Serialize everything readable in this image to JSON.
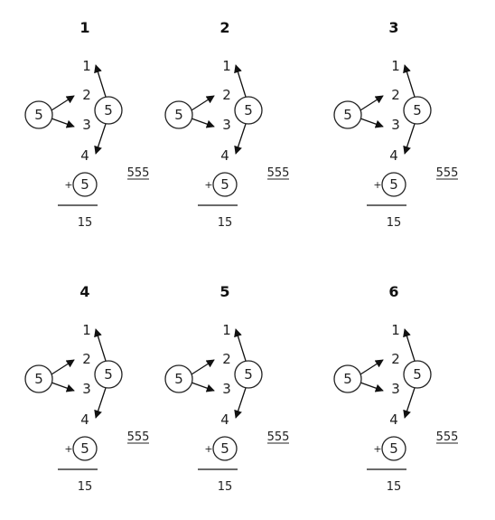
{
  "panels": [
    {
      "title": "1",
      "left_circle": "5",
      "right_circle": "5",
      "numbers": [
        "1",
        "2",
        "3",
        "4"
      ],
      "plus_sign": "+",
      "plus_circle": "5",
      "side_label": "555",
      "result": "15"
    },
    {
      "title": "2",
      "left_circle": "5",
      "right_circle": "5",
      "numbers": [
        "1",
        "2",
        "3",
        "4"
      ],
      "plus_sign": "+",
      "plus_circle": "5",
      "side_label": "555",
      "result": "15"
    },
    {
      "title": "3",
      "left_circle": "5",
      "right_circle": "5",
      "numbers": [
        "1",
        "2",
        "3",
        "4"
      ],
      "plus_sign": "+",
      "plus_circle": "5",
      "side_label": "555",
      "result": "15"
    },
    {
      "title": "4",
      "left_circle": "5",
      "right_circle": "5",
      "numbers": [
        "1",
        "2",
        "3",
        "4"
      ],
      "plus_sign": "+",
      "plus_circle": "5",
      "side_label": "555",
      "result": "15"
    },
    {
      "title": "5",
      "left_circle": "5",
      "right_circle": "5",
      "numbers": [
        "1",
        "2",
        "3",
        "4"
      ],
      "plus_sign": "+",
      "plus_circle": "5",
      "side_label": "555",
      "result": "15"
    },
    {
      "title": "6",
      "left_circle": "5",
      "right_circle": "5",
      "numbers": [
        "1",
        "2",
        "3",
        "4"
      ],
      "plus_sign": "+",
      "plus_circle": "5",
      "side_label": "555",
      "result": "15"
    }
  ]
}
